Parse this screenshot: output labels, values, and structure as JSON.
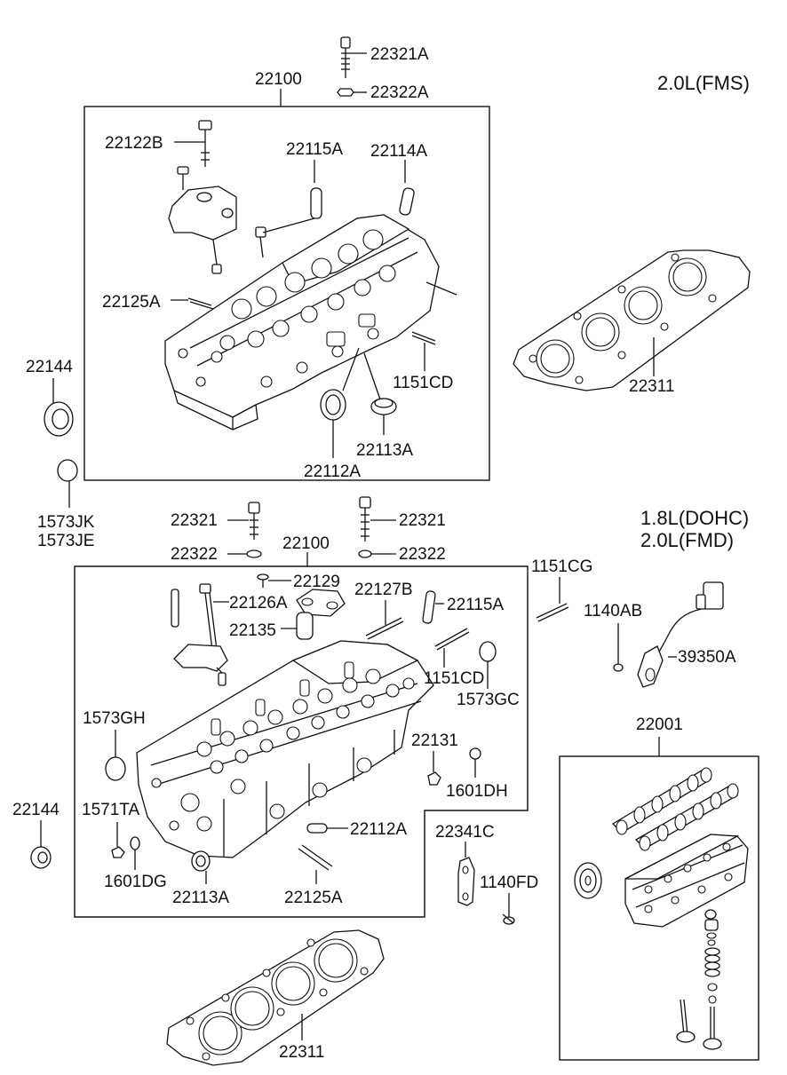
{
  "engine_variants": {
    "top": "2.0L(FMS)",
    "bottom_line1": "1.8L(DOHC)",
    "bottom_line2": "2.0L(FMD)"
  },
  "callouts_top": {
    "p22321A": "22321A",
    "p22322A": "22322A",
    "p22100": "22100",
    "p22122B": "22122B",
    "p22115A": "22115A",
    "p22114A": "22114A",
    "p22125A": "22125A",
    "p1151CD": "1151CD",
    "p22311": "22311",
    "p22144": "22144",
    "p22113A": "22113A",
    "p22112A": "22112A",
    "p1573JK": "1573JK",
    "p1573JE": "1573JE"
  },
  "callouts_bottom": {
    "p22321_left": "22321",
    "p22321_right": "22321",
    "p22322_left": "22322",
    "p22322_right": "22322",
    "p22100": "22100",
    "p22129": "22129",
    "p22126A": "22126A",
    "p22127B": "22127B",
    "p22115A": "22115A",
    "p22135": "22135",
    "p1151CG": "1151CG",
    "p1140AB": "1140AB",
    "p39350A": "39350A",
    "p1151CD": "1151CD",
    "p1573GC": "1573GC",
    "p1573GH": "1573GH",
    "p22131": "22131",
    "p1601DH": "1601DH",
    "p22001": "22001",
    "p22144": "22144",
    "p1571TA": "1571TA",
    "p22112A": "22112A",
    "p22341C": "22341C",
    "p1140FD": "1140FD",
    "p1601DG": "1601DG",
    "p22113A": "22113A",
    "p22125A": "22125A",
    "p22311": "22311"
  }
}
